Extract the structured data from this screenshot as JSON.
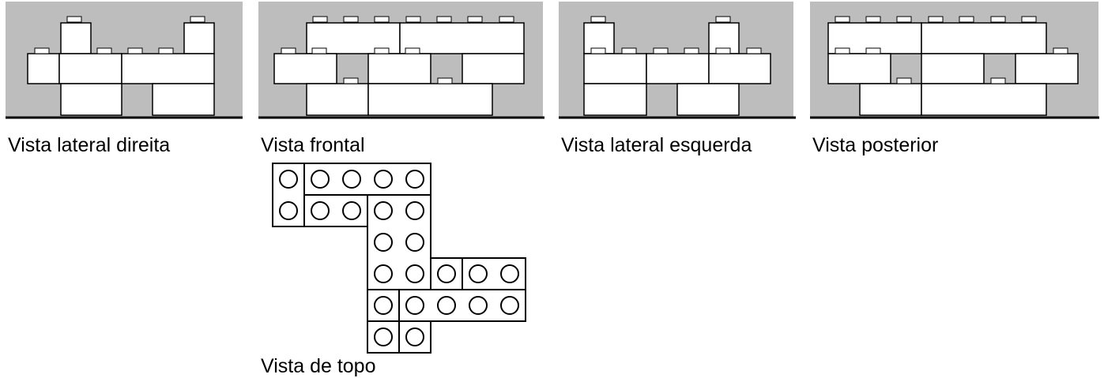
{
  "views": {
    "right": {
      "caption": "Vista lateral direita"
    },
    "front": {
      "caption": "Vista frontal"
    },
    "left": {
      "caption": "Vista lateral esquerda"
    },
    "back": {
      "caption": "Vista posterior"
    },
    "top": {
      "caption": "Vista de topo"
    }
  },
  "colors": {
    "background_panel": "#bdbdbd",
    "brick_fill": "#ffffff",
    "outline": "#000000"
  }
}
